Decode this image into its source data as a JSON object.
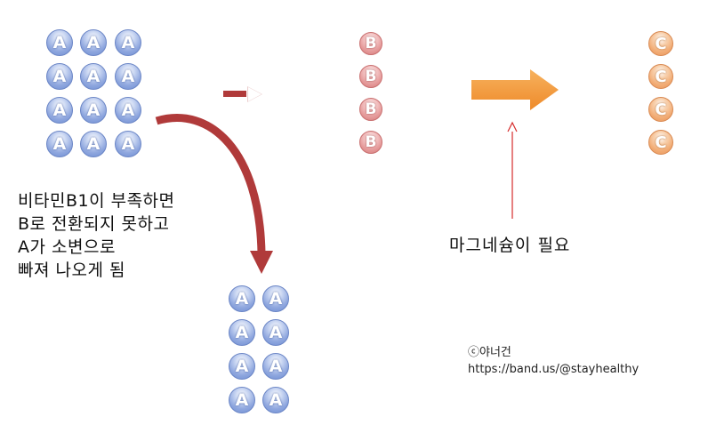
{
  "balls": {
    "a_label": "A",
    "b_label": "B",
    "c_label": "C"
  },
  "note_lines": [
    "비타민B1이 부족하면",
    "B로 전환되지 못하고",
    "A가 소변으로",
    "빠져 나오게 됨"
  ],
  "magnesium_label": "마그네슘이 필요",
  "credit": {
    "author": "ⓒ야너건",
    "url": "https://band.us/@stayhealthy"
  },
  "colors": {
    "ball_a": "#8ea6de",
    "ball_b": "#e59a9a",
    "ball_c": "#f2ad76",
    "curved_arrow": "#b03a3a",
    "small_arrow": "#b03a3a",
    "big_arrow": "#f39a3c",
    "thin_arrow": "#d62c2c"
  },
  "icons": [
    "curved-down-arrow",
    "right-arrow-small",
    "right-arrow-large",
    "up-arrow-thin"
  ]
}
